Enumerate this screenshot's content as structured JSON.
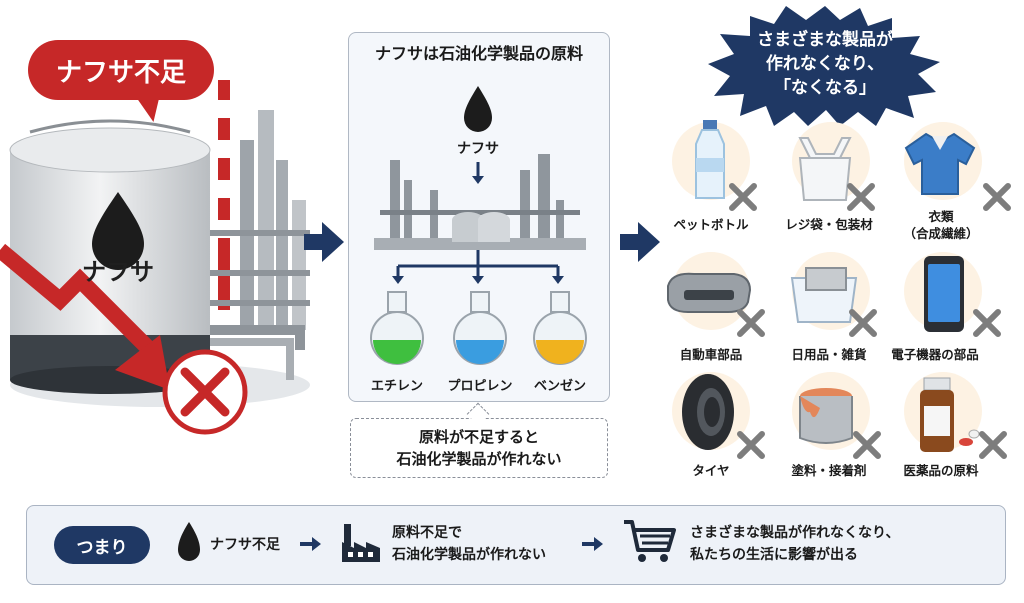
{
  "left": {
    "bubble_text": "ナフサ不足",
    "tank_label": "ナフサ"
  },
  "center": {
    "title": "ナフサは石油化学製品の原料",
    "naphtha_label": "ナフサ",
    "chemicals": [
      "エチレン",
      "プロピレン",
      "ベンゼン"
    ],
    "flask_colors": [
      "#3fbf3f",
      "#3a9de0",
      "#f0b21e"
    ],
    "note_line1": "原料が不足すると",
    "note_line2": "石油化学製品が作れない"
  },
  "right": {
    "burst_line1": "さまざまな製品が",
    "burst_line2": "作れなくなり、",
    "burst_line3": "「なくなる」",
    "products": [
      {
        "label": "ペットボトル",
        "icon": "pet-bottle-icon"
      },
      {
        "label": "レジ袋・包装材",
        "icon": "plastic-bag-icon"
      },
      {
        "label": "衣類",
        "label2": "（合成繊維）",
        "icon": "shirt-icon"
      },
      {
        "label": "自動車部品",
        "icon": "car-bumper-icon"
      },
      {
        "label": "日用品・雑貨",
        "icon": "storage-box-icon"
      },
      {
        "label": "電子機器の部品",
        "icon": "smartphone-icon"
      },
      {
        "label": "タイヤ",
        "icon": "tire-icon"
      },
      {
        "label": "塗料・接着剤",
        "icon": "paint-can-icon"
      },
      {
        "label": "医薬品の原料",
        "icon": "medicine-bottle-icon"
      }
    ]
  },
  "bottom": {
    "pill": "つまり",
    "step1": "ナフサ不足",
    "step2_line1": "原料不足で",
    "step2_line2": "石油化学製品が作れない",
    "step3_line1": "さまざまな製品が作れなくなり、",
    "step3_line2": "私たちの生活に影響が出る"
  },
  "colors": {
    "navy": "#1f3864",
    "red": "#c62828",
    "cross_gray": "#7d7d7d"
  }
}
